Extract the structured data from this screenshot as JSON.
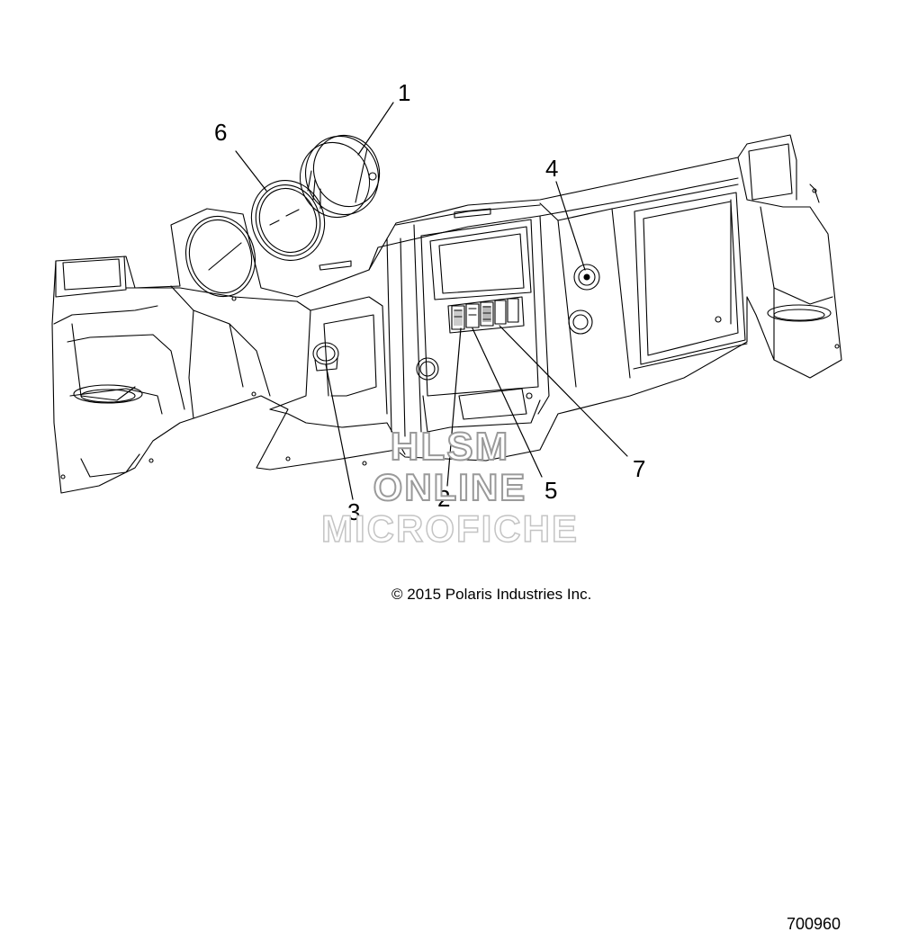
{
  "callouts": [
    {
      "label": "1"
    },
    {
      "label": "6"
    },
    {
      "label": "4"
    },
    {
      "label": "3"
    },
    {
      "label": "2"
    },
    {
      "label": "5"
    },
    {
      "label": "7"
    }
  ],
  "watermark": {
    "line1": "HLSM",
    "line2": "ONLINE",
    "line3": "MICROFICHE"
  },
  "copyright": "© 2015 Polaris Industries Inc.",
  "drawing_number": "700960"
}
